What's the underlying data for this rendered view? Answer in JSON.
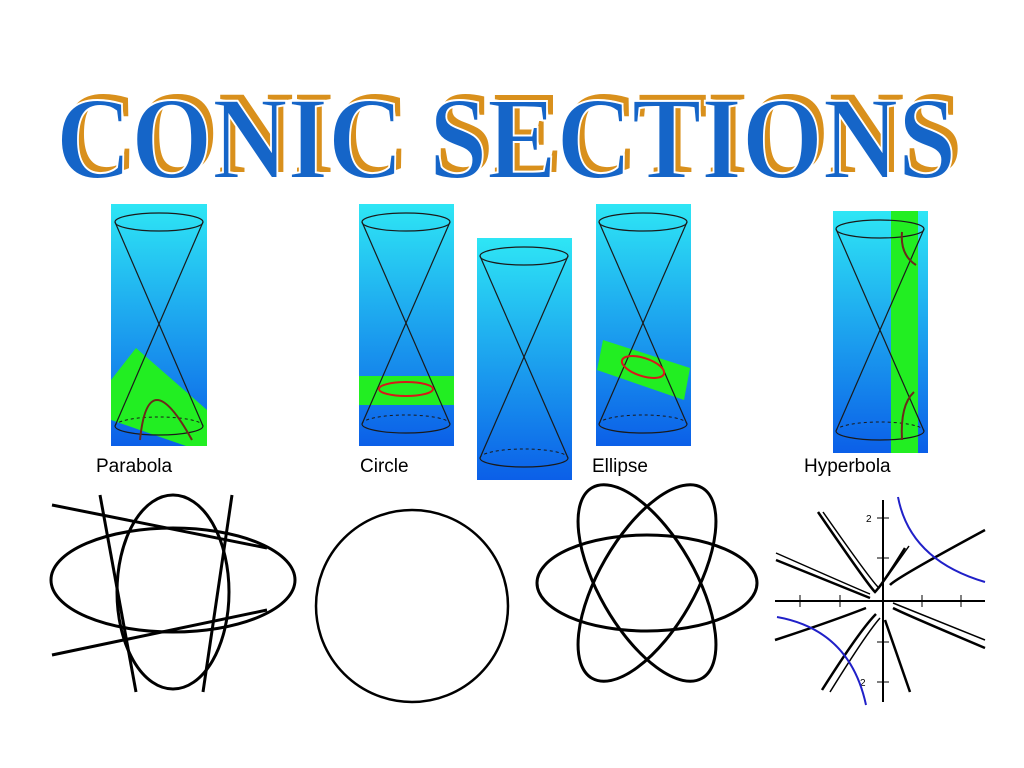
{
  "title": "CONIC SECTIONS",
  "labels": {
    "parabola": "Parabola",
    "circle": "Circle",
    "ellipse": "Ellipse",
    "hyperbola": "Hyperbola"
  },
  "ticks": {
    "top": "2",
    "bottom": "2"
  },
  "colors": {
    "title_blue": "#1565c8",
    "title_orange": "#d9901c",
    "panel_top": "#2ee6f5",
    "panel_bottom": "#0b5fe8",
    "plane_green": "#22ee22",
    "section_red": "#d81818",
    "hyperbola_blue": "#2020c8"
  }
}
